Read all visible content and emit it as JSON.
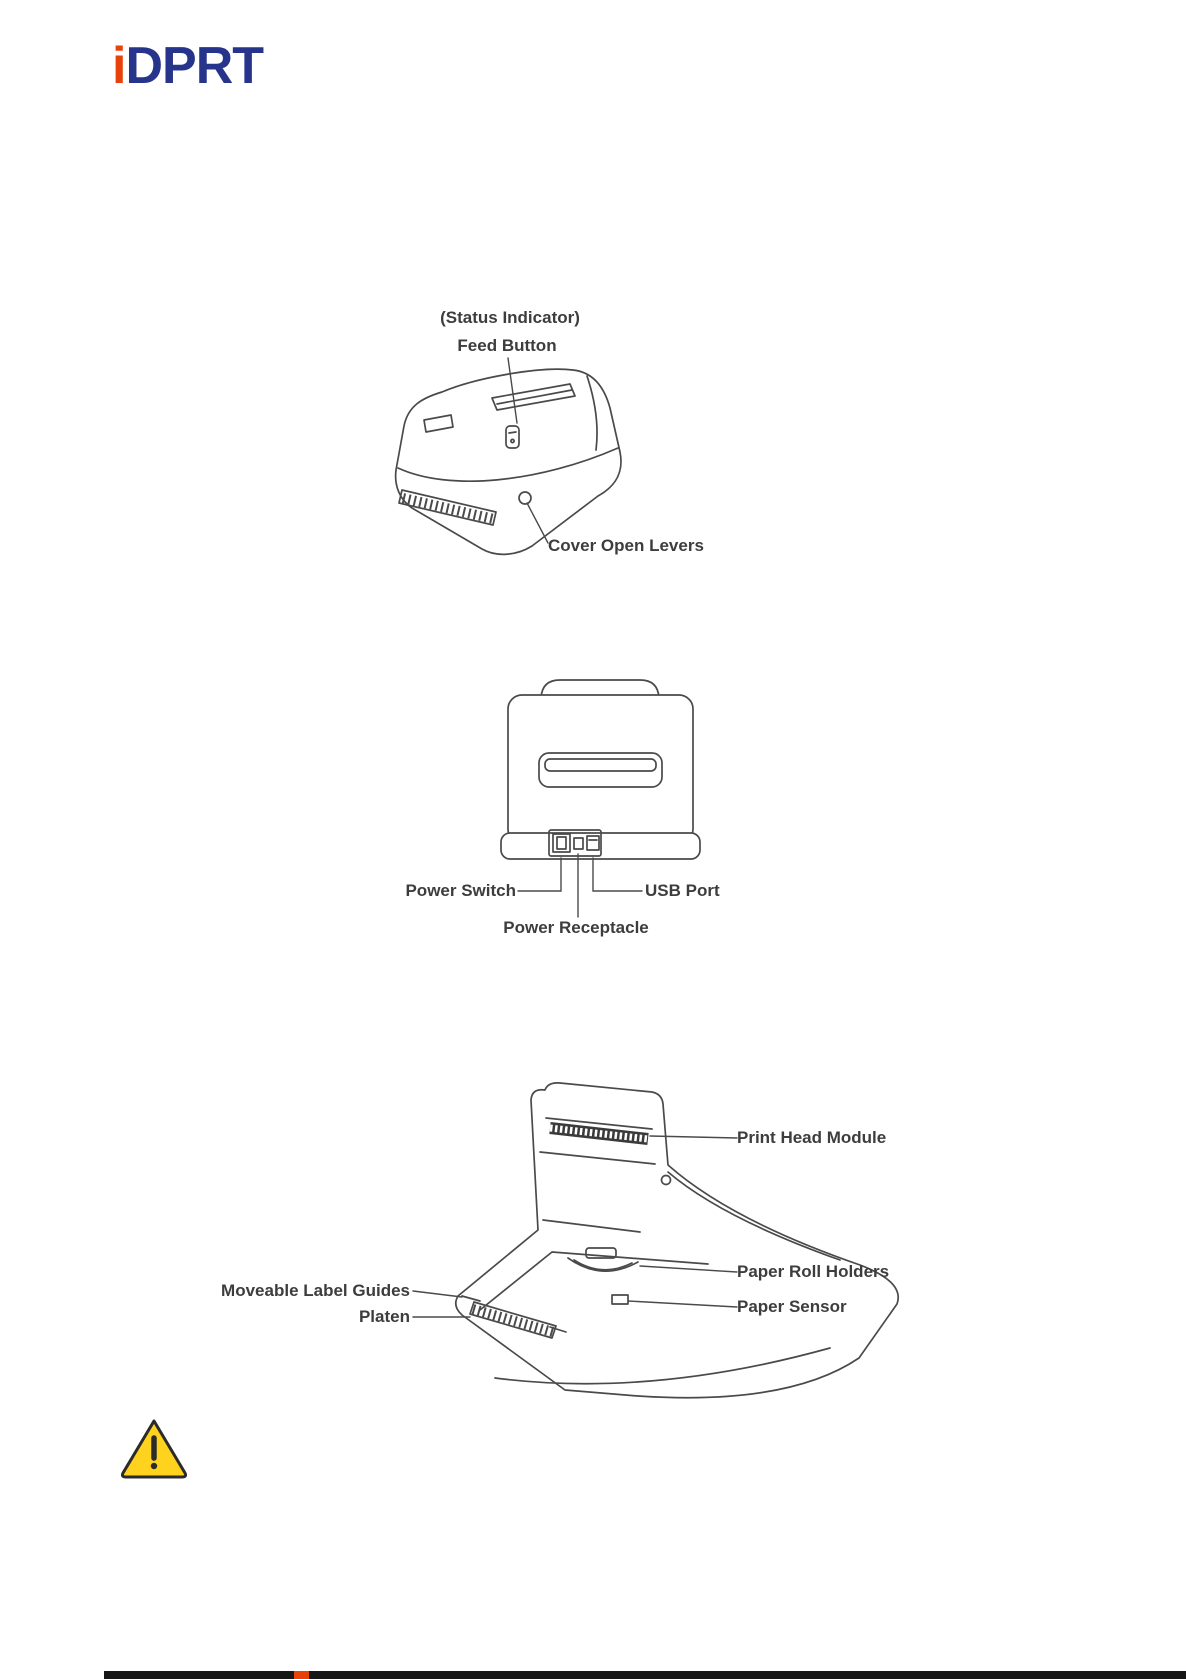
{
  "logo": {
    "i": "i",
    "rest": "DPRT"
  },
  "figures": {
    "front": {
      "callouts": {
        "status_indicator": "(Status Indicator)",
        "feed_button": "Feed Button",
        "cover_open_levers": "Cover Open Levers"
      }
    },
    "rear": {
      "callouts": {
        "power_switch": "Power Switch",
        "usb_port": "USB Port",
        "power_receptacle": "Power Receptacle"
      }
    },
    "open": {
      "callouts": {
        "print_head_module": "Print Head Module",
        "paper_roll_holders": "Paper Roll Holders",
        "moveable_label_guides": "Moveable Label Guides",
        "platen": "Platen",
        "paper_sensor": "Paper Sensor"
      }
    }
  },
  "icons": {
    "warning": "warning-triangle"
  },
  "colors": {
    "logo_i": "#e8420b",
    "logo_rest": "#27348b",
    "line": "#4a4a4a",
    "label_text": "#3d3d3d",
    "warning_fill": "#FFD21E",
    "warning_border": "#2b2b2b",
    "footer_bar": "#161616",
    "footer_accent": "#e8420b"
  }
}
